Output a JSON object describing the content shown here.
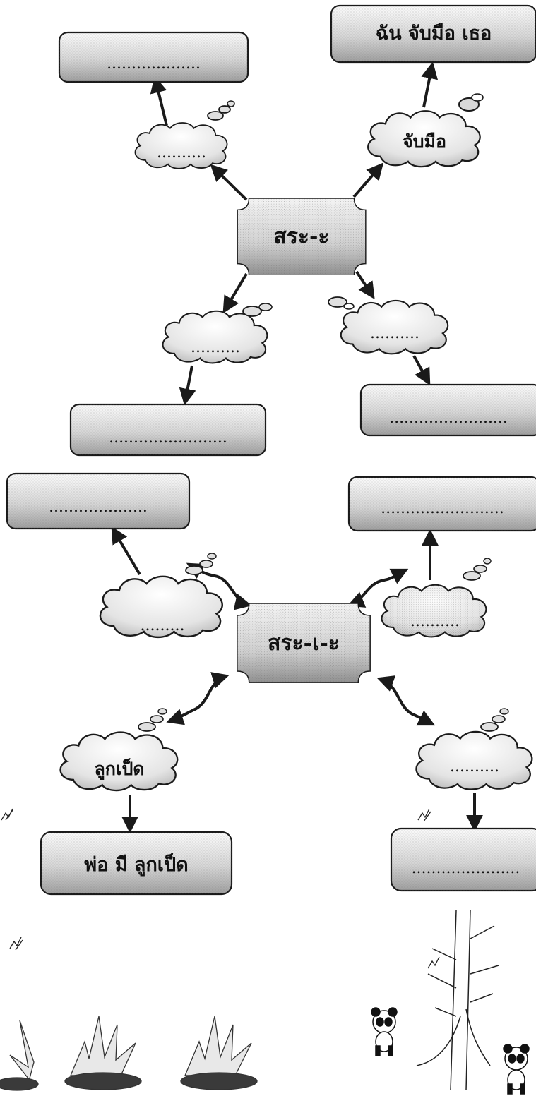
{
  "diagram_top": {
    "hub": "สระ-ะ",
    "cloud_top_left": "..........",
    "cloud_top_right": "จับมือ",
    "cloud_bottom_left": "..........",
    "cloud_bottom_right": "..........",
    "box_top_left": "...................",
    "box_top_right": "ฉัน  จับมือ เธอ",
    "box_bottom_left": "........................",
    "box_bottom_right": "........................"
  },
  "diagram_bottom": {
    "hub": "สระ-เ-ะ",
    "cloud_top_left": ".........",
    "cloud_top_right": "..........",
    "cloud_bottom_left": "ลูกเป็ด",
    "cloud_bottom_right": "..........",
    "box_top_left": "....................",
    "box_top_right": ".........................",
    "box_bottom_left": "พ่อ มี ลูกเป็ด",
    "box_bottom_right": "......................"
  },
  "colors": {
    "stroke": "#1a1a1a",
    "shade_light": "#ffffff",
    "shade_dark": "#9c9c9c"
  }
}
